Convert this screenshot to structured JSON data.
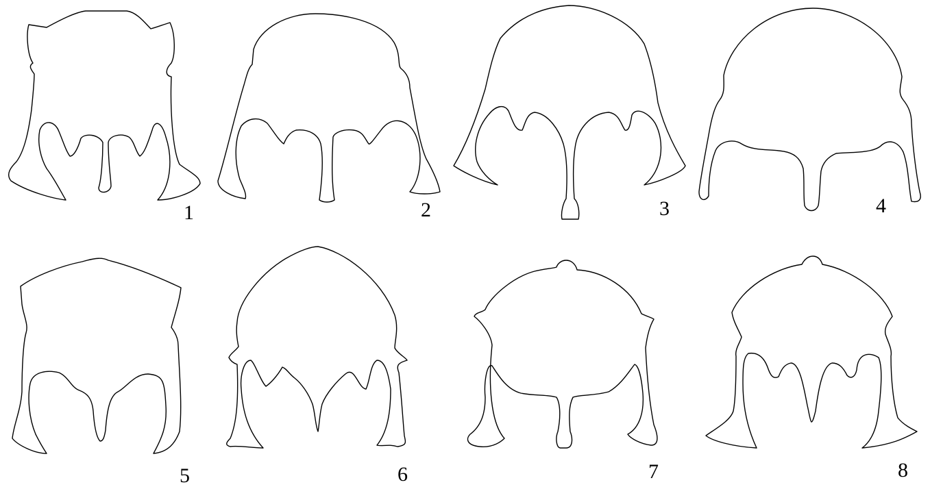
{
  "figures": [
    {
      "label": "1"
    },
    {
      "label": "2"
    },
    {
      "label": "3"
    },
    {
      "label": "4"
    },
    {
      "label": "5"
    },
    {
      "label": "6"
    },
    {
      "label": "7"
    },
    {
      "label": "8"
    }
  ],
  "colors": {
    "stroke": "#000000",
    "background": "#ffffff"
  }
}
